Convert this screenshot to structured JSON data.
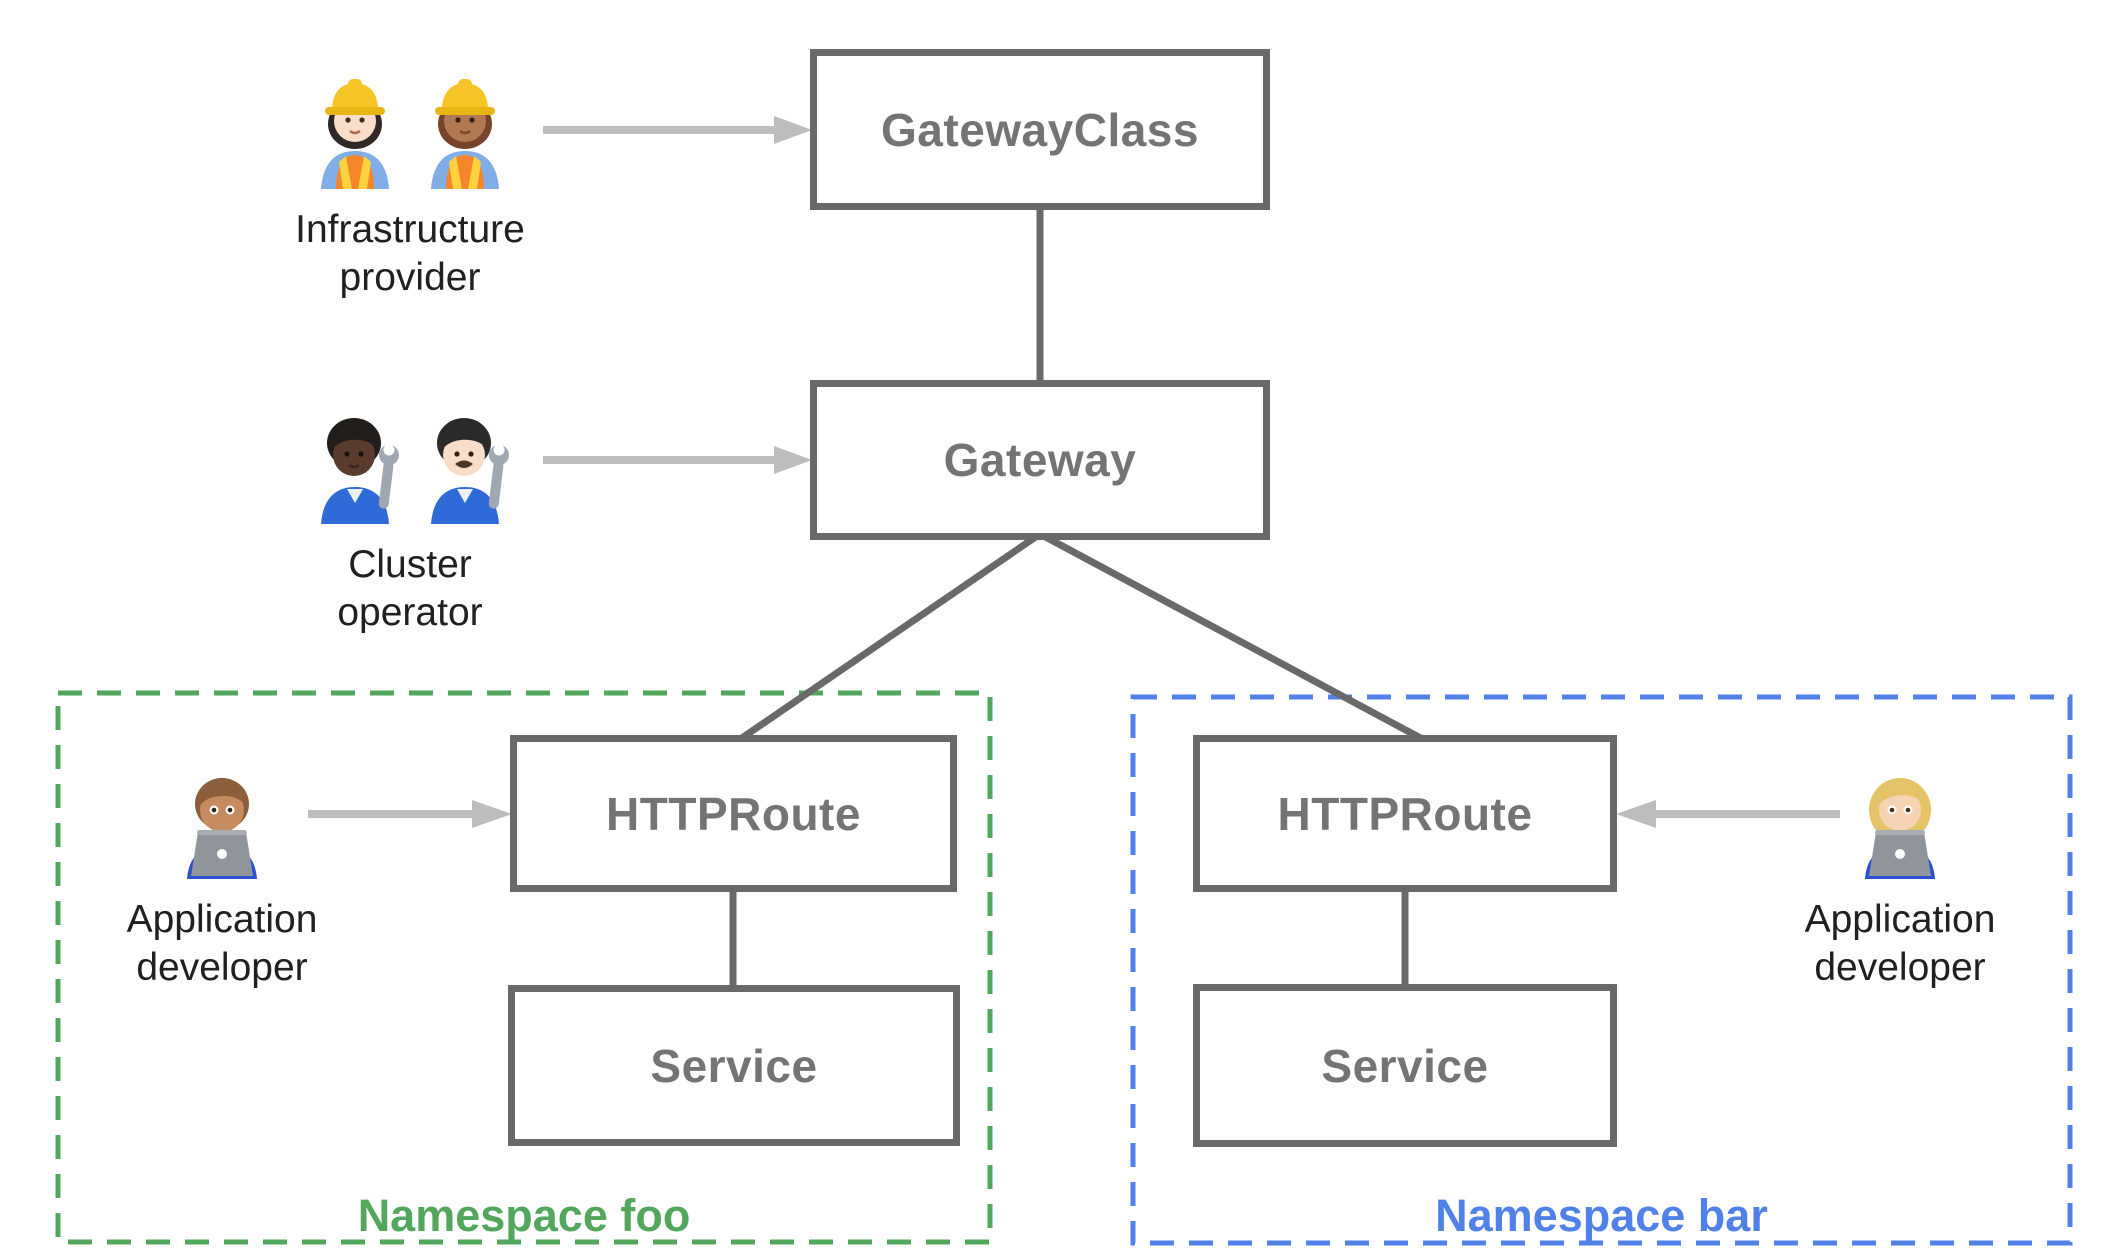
{
  "nodes": {
    "gateway_class": {
      "label": "GatewayClass"
    },
    "gateway": {
      "label": "Gateway"
    },
    "httproute_foo": {
      "label": "HTTPRoute"
    },
    "service_foo": {
      "label": "Service"
    },
    "httproute_bar": {
      "label": "HTTPRoute"
    },
    "service_bar": {
      "label": "Service"
    }
  },
  "personas": {
    "infrastructure_provider": {
      "lines": [
        "Infrastructure",
        "provider"
      ],
      "icons": [
        "woman-construction-worker-light-emoji",
        "woman-construction-worker-medium-emoji"
      ]
    },
    "cluster_operator": {
      "lines": [
        "Cluster",
        "operator"
      ],
      "icons": [
        "mechanic-dark-emoji",
        "man-mechanic-light-emoji"
      ]
    },
    "application_developer_foo": {
      "lines": [
        "Application",
        "developer"
      ],
      "icons": [
        "man-technologist-emoji"
      ]
    },
    "application_developer_bar": {
      "lines": [
        "Application",
        "developer"
      ],
      "icons": [
        "woman-technologist-emoji"
      ]
    }
  },
  "namespaces": {
    "foo": {
      "label": "Namespace foo",
      "color": "#53A75C"
    },
    "bar": {
      "label": "Namespace bar",
      "color": "#5081E8"
    }
  },
  "colors": {
    "node_border": "#696969",
    "node_text": "#747474",
    "connector": "#696969",
    "persona_arrow": "#BDBDBD",
    "persona_text": "#202020"
  }
}
